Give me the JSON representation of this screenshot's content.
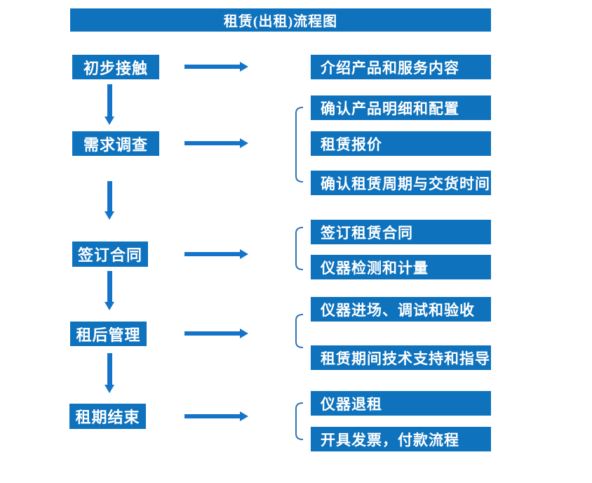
{
  "title": "租赁(出租)流程图",
  "colors": {
    "box_blue": "#0E72BD",
    "arrow_blue": "#1374C9",
    "bracket_blue": "#2E75B6",
    "text": "#FFFFFF",
    "background": "#FFFFFF"
  },
  "steps": [
    {
      "label": "初步接触",
      "outputs": [
        "介绍产品和服务内容"
      ]
    },
    {
      "label": "需求调查",
      "outputs": [
        "确认产品明细和配置",
        "租赁报价",
        "确认租赁周期与交货时间"
      ]
    },
    {
      "label": "签订合同",
      "outputs": [
        "签订租赁合同",
        "仪器检测和计量"
      ]
    },
    {
      "label": "租后管理",
      "outputs": [
        "仪器进场、调试和验收",
        "租赁期间技术支持和指导"
      ]
    },
    {
      "label": "租期结束",
      "outputs": [
        "仪器退租",
        "开具发票，付款流程"
      ]
    }
  ]
}
